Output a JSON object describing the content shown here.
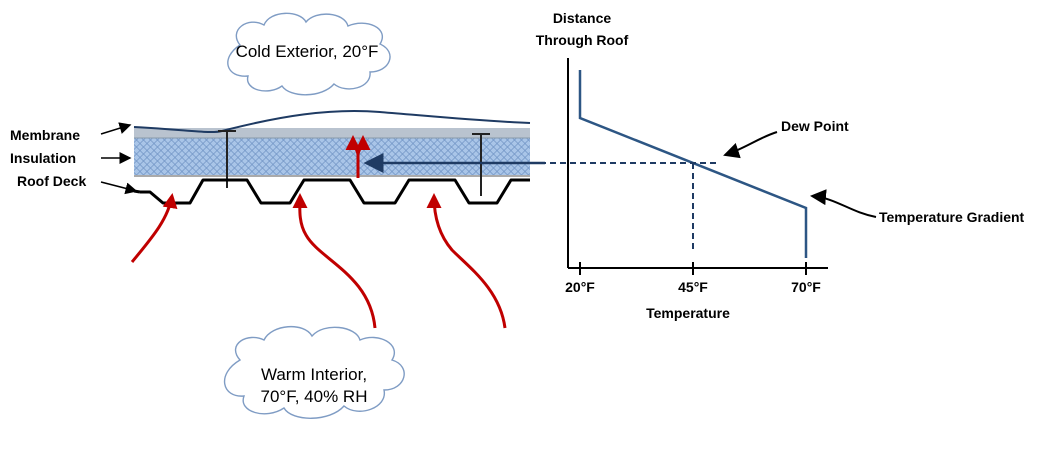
{
  "clouds": {
    "exterior": "Cold Exterior, 20°F",
    "interior_line1": "Warm Interior,",
    "interior_line2": "70°F, 40% RH"
  },
  "layers": {
    "membrane": "Membrane",
    "insulation": "Insulation",
    "roof_deck": "Roof Deck"
  },
  "chart_data": {
    "type": "line",
    "title": "",
    "xlabel": "Temperature",
    "ylabel_line1": "Distance",
    "ylabel_line2": "Through Roof",
    "x_ticks": [
      "20°F",
      "45°F",
      "70°F"
    ],
    "dew_point_label": "Dew Point",
    "gradient_label": "Temperature Gradient",
    "dew_point_temperature": 45,
    "series": [
      {
        "x": [
          20,
          20,
          70,
          70
        ]
      }
    ]
  },
  "colors": {
    "line": "#2d5684",
    "arrow_red": "#c00000",
    "insulation": "#a9c5e8",
    "cloud_fill": "#ffffff",
    "cloud_stroke": "#7f9cc4"
  }
}
